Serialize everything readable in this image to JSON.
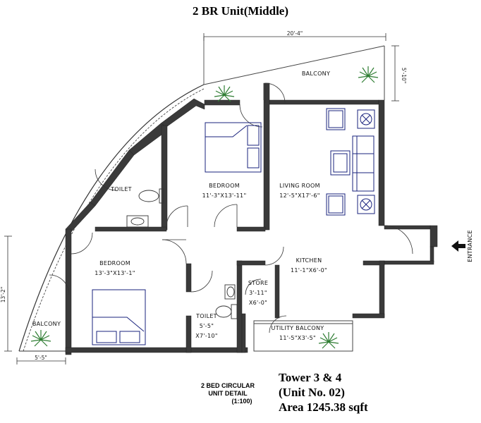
{
  "title": "2 BR Unit(Middle)",
  "rooms": {
    "bedroom1": {
      "name": "BEDROOM",
      "size": "11'-3\"X13'-11\""
    },
    "living_room": {
      "name": "LIVING ROOM",
      "size": "12'-5\"X17'-6\""
    },
    "toilet1": {
      "name": "TOILET"
    },
    "bedroom2": {
      "name": "BEDROOM",
      "size": "13'-3\"X13'-1\""
    },
    "kitchen": {
      "name": "KITCHEN",
      "size": "11'-1\"X6'-0\""
    },
    "store": {
      "name": "STORE",
      "size_line1": "3'-11\"",
      "size_line2": "X6'-0\""
    },
    "toilet2": {
      "name": "TOILET",
      "size_line1": "5'-5\"",
      "size_line2": "X7'-10\""
    },
    "utility_balcony": {
      "name": "UTILITY BALCONY",
      "size": "11'-5\"X3'-5\""
    },
    "balcony_top": {
      "name": "BALCONY"
    },
    "balcony_left": {
      "name": "BALCONY"
    }
  },
  "dimensions": {
    "top_width": "20'-4\"",
    "right_depth": "5'-10\"",
    "left_height": "13'-2\"",
    "bottom_width": "5'-5\""
  },
  "entrance_label": "ENTRANCE",
  "unit_detail": {
    "line1": "2 BED CIRCULAR",
    "line2": "UNIT DETAIL",
    "scale": "(1:100)"
  },
  "tower_info": {
    "line1": "Tower 3 & 4",
    "line2": "(Unit No. 02)",
    "line3": "Area 1245.38 sqft"
  },
  "colors": {
    "wall": "#3a3a3a",
    "furniture": "#1a237e",
    "plant": "#2e7d32"
  }
}
